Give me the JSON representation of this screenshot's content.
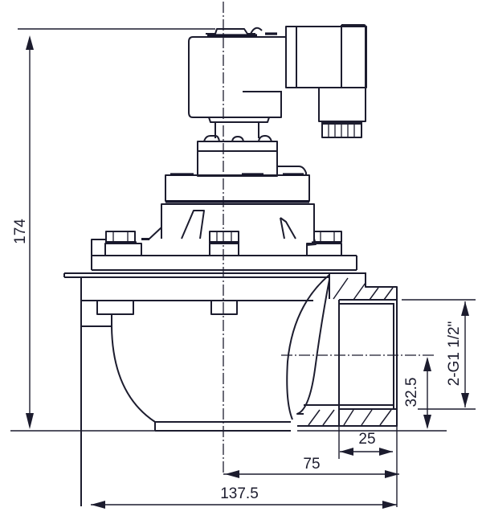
{
  "drawing": {
    "type": "pulse-jet valve outline dimension drawing (right-angle, threaded ports)",
    "line_color": "#1c1c2e",
    "background": "#ffffff"
  },
  "dimensions": {
    "overall_height": {
      "label": "174",
      "orientation": "vertical"
    },
    "overall_width": {
      "label": "137.5",
      "orientation": "horizontal"
    },
    "centerline_to_outlet_face": {
      "label": "75",
      "orientation": "horizontal"
    },
    "thread_length": {
      "label": "25",
      "orientation": "horizontal"
    },
    "port_center_height": {
      "label": "32.5",
      "orientation": "vertical"
    },
    "port_thread": {
      "label": "2-G1 1/2\"",
      "orientation": "vertical"
    }
  },
  "components": [
    {
      "name": "solenoid-coil"
    },
    {
      "name": "connector-plug"
    },
    {
      "name": "cable-gland"
    },
    {
      "name": "pilot-body"
    },
    {
      "name": "diaphragm-cover"
    },
    {
      "name": "bonnet"
    },
    {
      "name": "flange-bolts"
    },
    {
      "name": "valve-body"
    },
    {
      "name": "threaded-outlet-port"
    }
  ]
}
